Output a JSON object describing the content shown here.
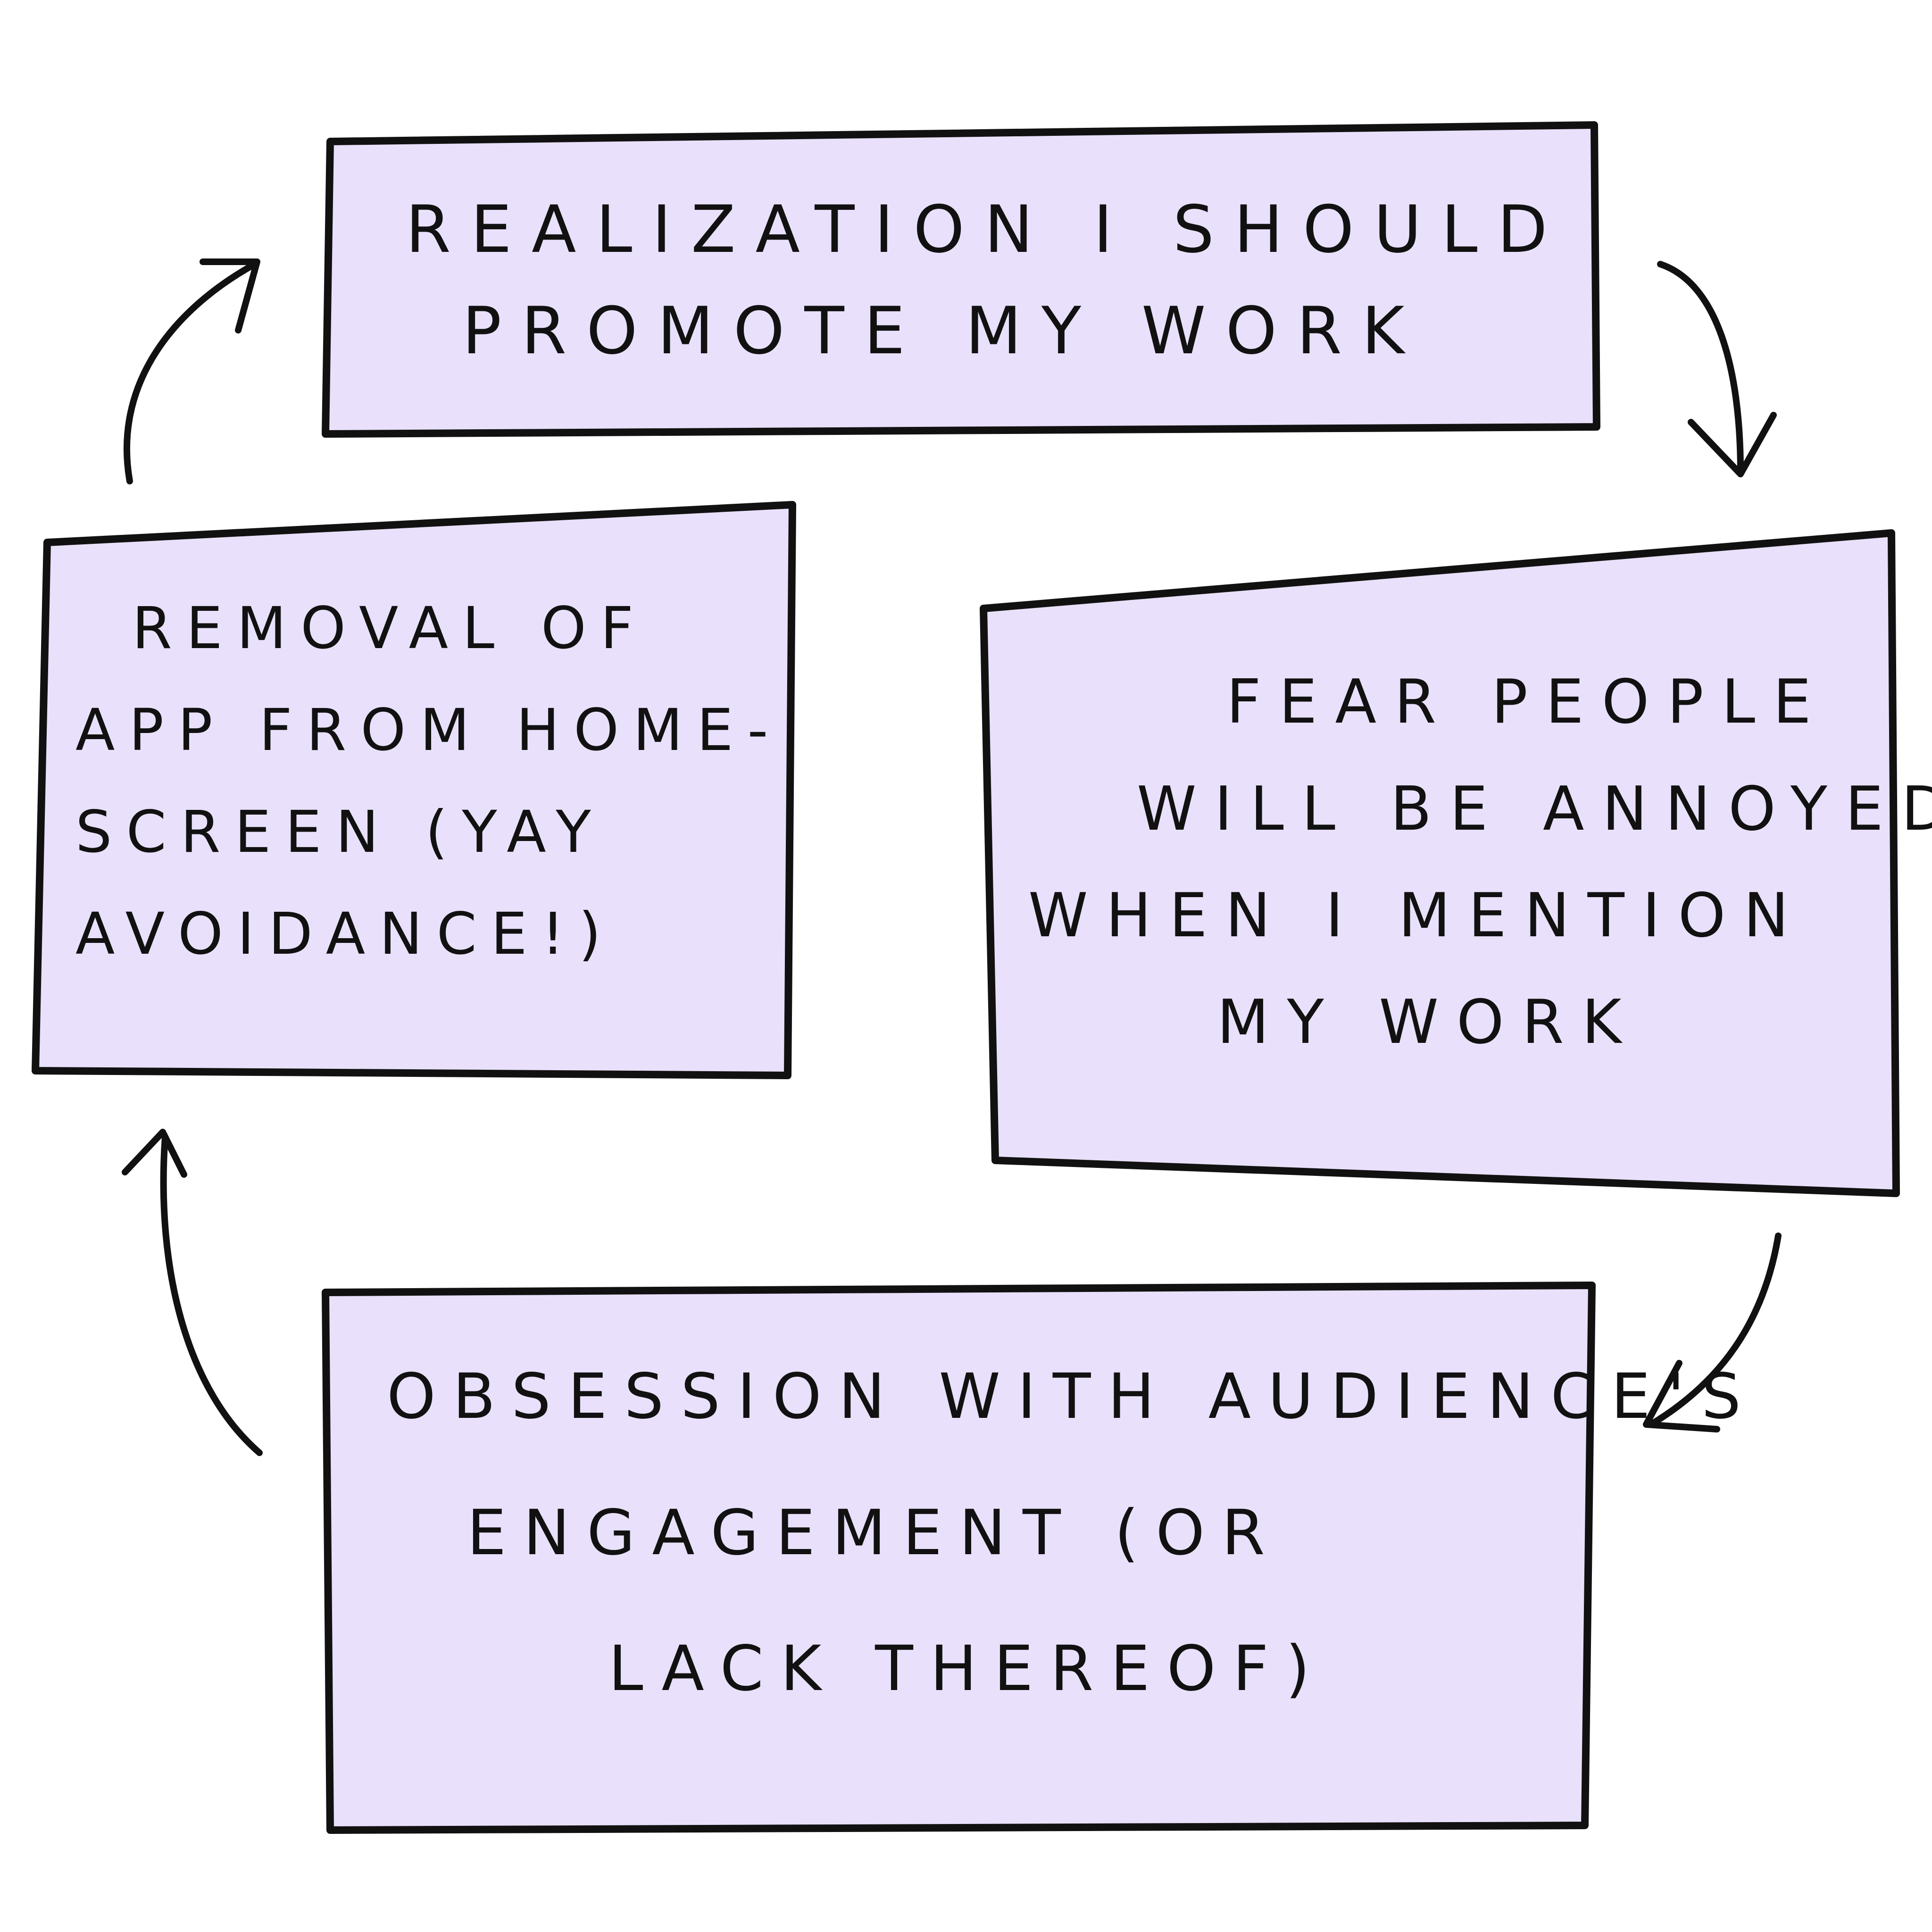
{
  "diagram": {
    "colors": {
      "box_fill": "#e9e0fb",
      "stroke": "#111111",
      "background": "#ffffff"
    },
    "boxes": {
      "top": {
        "lines": [
          "REALIZATION I SHOULD",
          "PROMOTE my WORK"
        ]
      },
      "right": {
        "lines": [
          "FEAR PEOPLE",
          "WILL BE ANNOYED",
          "WHEN I MENTION",
          "my WORK"
        ]
      },
      "bottom": {
        "lines": [
          "OBSESSION WITH AUDIENCE'S",
          "ENGAGEMENT (OR",
          "LACK THEREOF)"
        ]
      },
      "left": {
        "lines": [
          "REMOVAL OF",
          "APP FROM HOME-",
          "SCREEN (YAY",
          "AVOIDANCE!)"
        ]
      }
    },
    "arrows": [
      {
        "from": "top",
        "to": "right"
      },
      {
        "from": "right",
        "to": "bottom"
      },
      {
        "from": "bottom",
        "to": "left"
      },
      {
        "from": "left",
        "to": "top"
      }
    ]
  }
}
